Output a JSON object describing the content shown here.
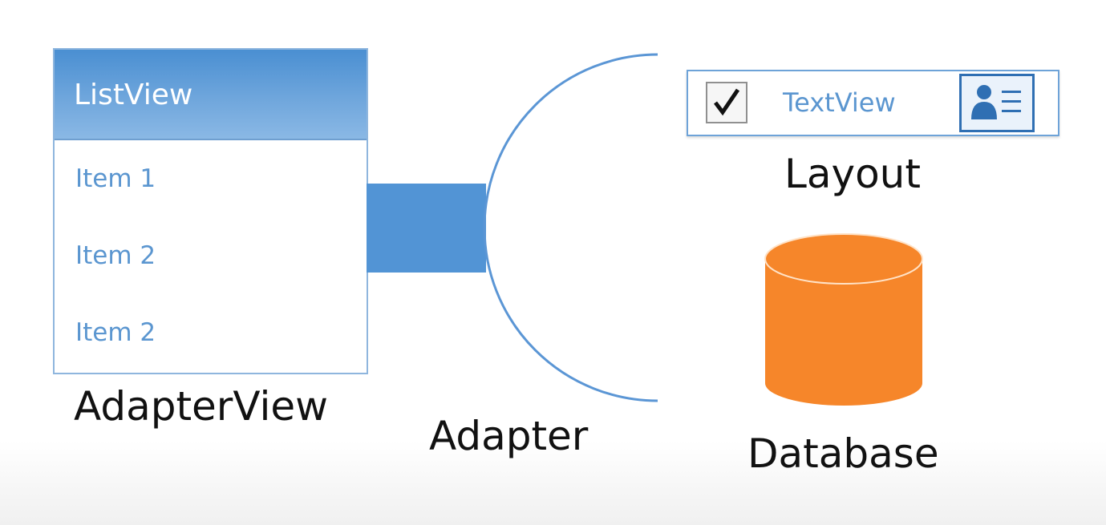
{
  "adapter_view": {
    "header": "ListView",
    "items": [
      "Item 1",
      "Item 2",
      "Item 2"
    ],
    "label": "AdapterView"
  },
  "adapter": {
    "label": "Adapter"
  },
  "layout": {
    "textview": "TextView",
    "label": "Layout",
    "checkbox_checked": true,
    "icons": [
      "checkbox-icon",
      "contact-card-icon"
    ]
  },
  "database": {
    "label": "Database",
    "color": "#f6862a"
  },
  "colors": {
    "accent": "#5294d5",
    "item_text": "#5b96d0"
  }
}
